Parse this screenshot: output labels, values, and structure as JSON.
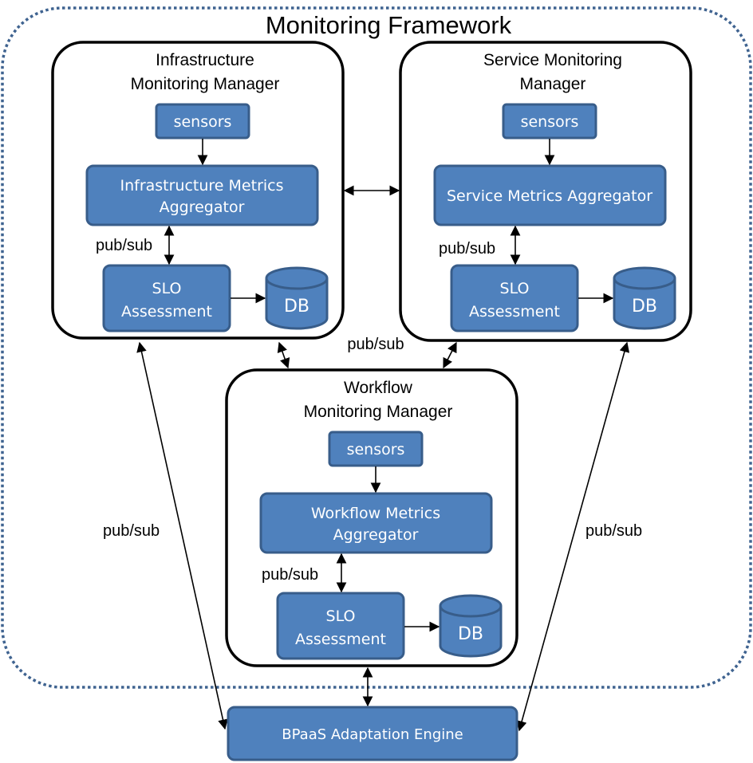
{
  "colors": {
    "box_fill": "#4f81bd",
    "box_stroke": "#385d8a",
    "frame_border": "#3f6390"
  },
  "frame": {
    "title": "Monitoring Framework"
  },
  "infra": {
    "title_line1": "Infrastructure",
    "title_line2": "Monitoring Manager",
    "sensors": "sensors",
    "aggregator_line1": "Infrastructure Metrics",
    "aggregator_line2": "Aggregator",
    "slo_line1": "SLO",
    "slo_line2": "Assessment",
    "db": "DB",
    "pubsub": "pub/sub"
  },
  "service": {
    "title_line1": "Service Monitoring",
    "title_line2": "Manager",
    "sensors": "sensors",
    "aggregator": "Service Metrics Aggregator",
    "slo_line1": "SLO",
    "slo_line2": "Assessment",
    "db": "DB",
    "pubsub": "pub/sub"
  },
  "workflow": {
    "title_line1": "Workflow",
    "title_line2": "Monitoring Manager",
    "sensors": "sensors",
    "aggregator_line1": "Workflow Metrics",
    "aggregator_line2": "Aggregator",
    "slo_line1": "SLO",
    "slo_line2": "Assessment",
    "db": "DB",
    "pubsub": "pub/sub"
  },
  "connections": {
    "center_pubsub": "pub/sub",
    "left_pubsub": "pub/sub",
    "right_pubsub": "pub/sub"
  },
  "engine": {
    "label": "BPaaS Adaptation Engine"
  }
}
